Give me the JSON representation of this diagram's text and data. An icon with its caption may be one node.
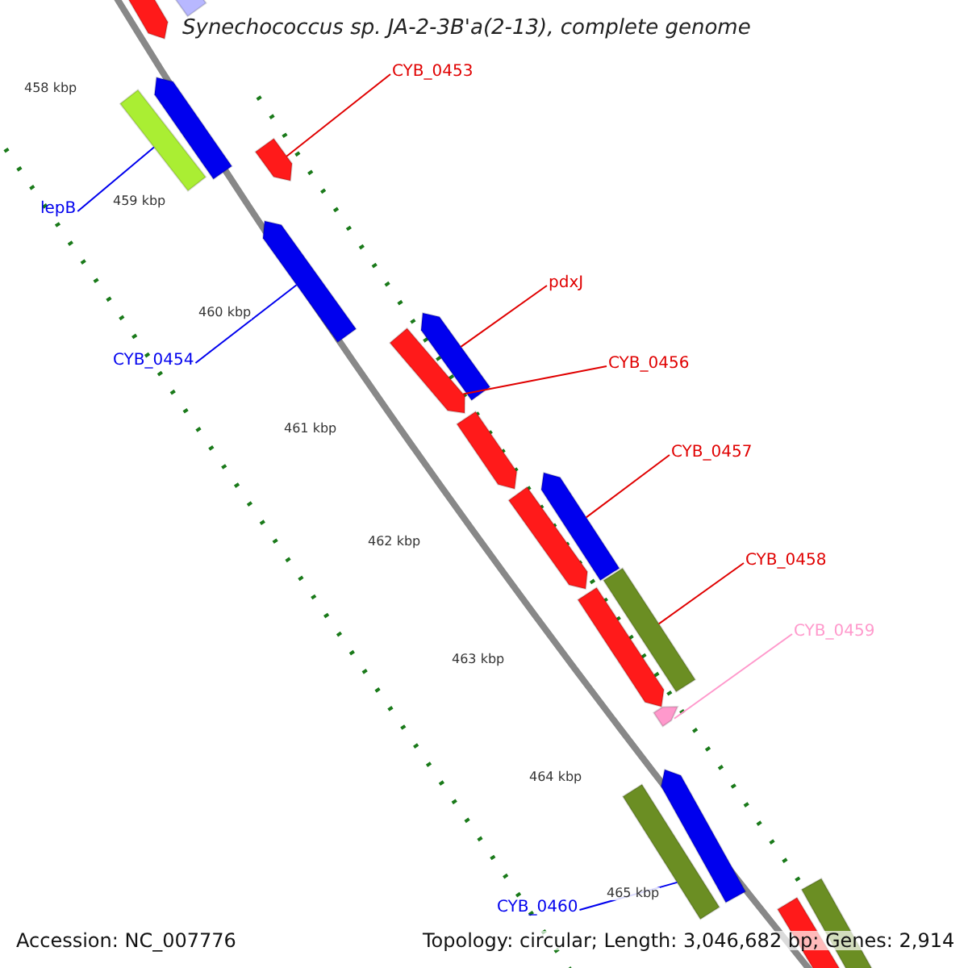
{
  "diagram": {
    "title": "Synechococcus sp. JA-2-3B'a(2-13), complete genome",
    "nodes": [
      {
        "text": [
          "CYB_0453"
        ]
      },
      {
        "text": [
          "lepB"
        ]
      },
      {
        "text": [
          "CYB_0454"
        ]
      },
      {
        "text": [
          "pdxJ"
        ]
      },
      {
        "text": [
          "CYB_0456"
        ]
      },
      {
        "text": [
          "CYB_0457"
        ]
      },
      {
        "text": [
          "CYB_0458"
        ]
      },
      {
        "text": [
          "CYB_0459"
        ]
      },
      {
        "text": [
          "CYB_0460"
        ]
      },
      {
        "text": [],
        "shape": "arrow"
      },
      {
        "text": [],
        "shape": "bar"
      },
      {
        "text": [],
        "shape": "arrow"
      },
      {
        "text": [],
        "shape": "bar"
      },
      {
        "text": [],
        "shape": "arrow"
      },
      {
        "text": [],
        "shape": "arrow"
      },
      {
        "text": [],
        "shape": "arrow"
      },
      {
        "text": [],
        "shape": "arrow"
      },
      {
        "text": [],
        "shape": "arrow"
      },
      {
        "text": [],
        "shape": "arrow"
      },
      {
        "text": [],
        "shape": "arrow"
      },
      {
        "text": [],
        "shape": "bar"
      },
      {
        "text": [],
        "shape": "arrow"
      },
      {
        "text": [],
        "shape": "arrow"
      },
      {
        "text": [],
        "shape": "arrow"
      },
      {
        "text": [],
        "shape": "bar"
      },
      {
        "text": [],
        "shape": "bar"
      },
      {
        "text": [],
        "shape": "bar"
      }
    ],
    "edges": [
      {
        "from": 0,
        "to": 13,
        "arrow": "none"
      },
      {
        "from": 1,
        "to": 12,
        "arrow": "none",
        "color": "#0000ee"
      },
      {
        "from": 2,
        "to": 14,
        "arrow": "none",
        "color": "#0000ee"
      },
      {
        "from": 3,
        "to": 16,
        "arrow": "none"
      },
      {
        "from": 4,
        "to": 15,
        "arrow": "none"
      },
      {
        "from": 5,
        "to": 18,
        "arrow": "none"
      },
      {
        "from": 6,
        "to": 20,
        "arrow": "none"
      },
      {
        "from": 7,
        "to": 22,
        "arrow": "none",
        "color": "#ff99cc"
      },
      {
        "from": 8,
        "to": 24,
        "arrow": "none",
        "color": "#0000ee"
      }
    ],
    "labels": [
      "458 kbp",
      "459 kbp",
      "460 kbp",
      "461 kbp",
      "462 kbp",
      "463 kbp",
      "464 kbp",
      "465 kbp",
      "Accession: NC_007776",
      "Topology: circular; Length: 3,046,682 bp; Genes: 2,914"
    ]
  }
}
